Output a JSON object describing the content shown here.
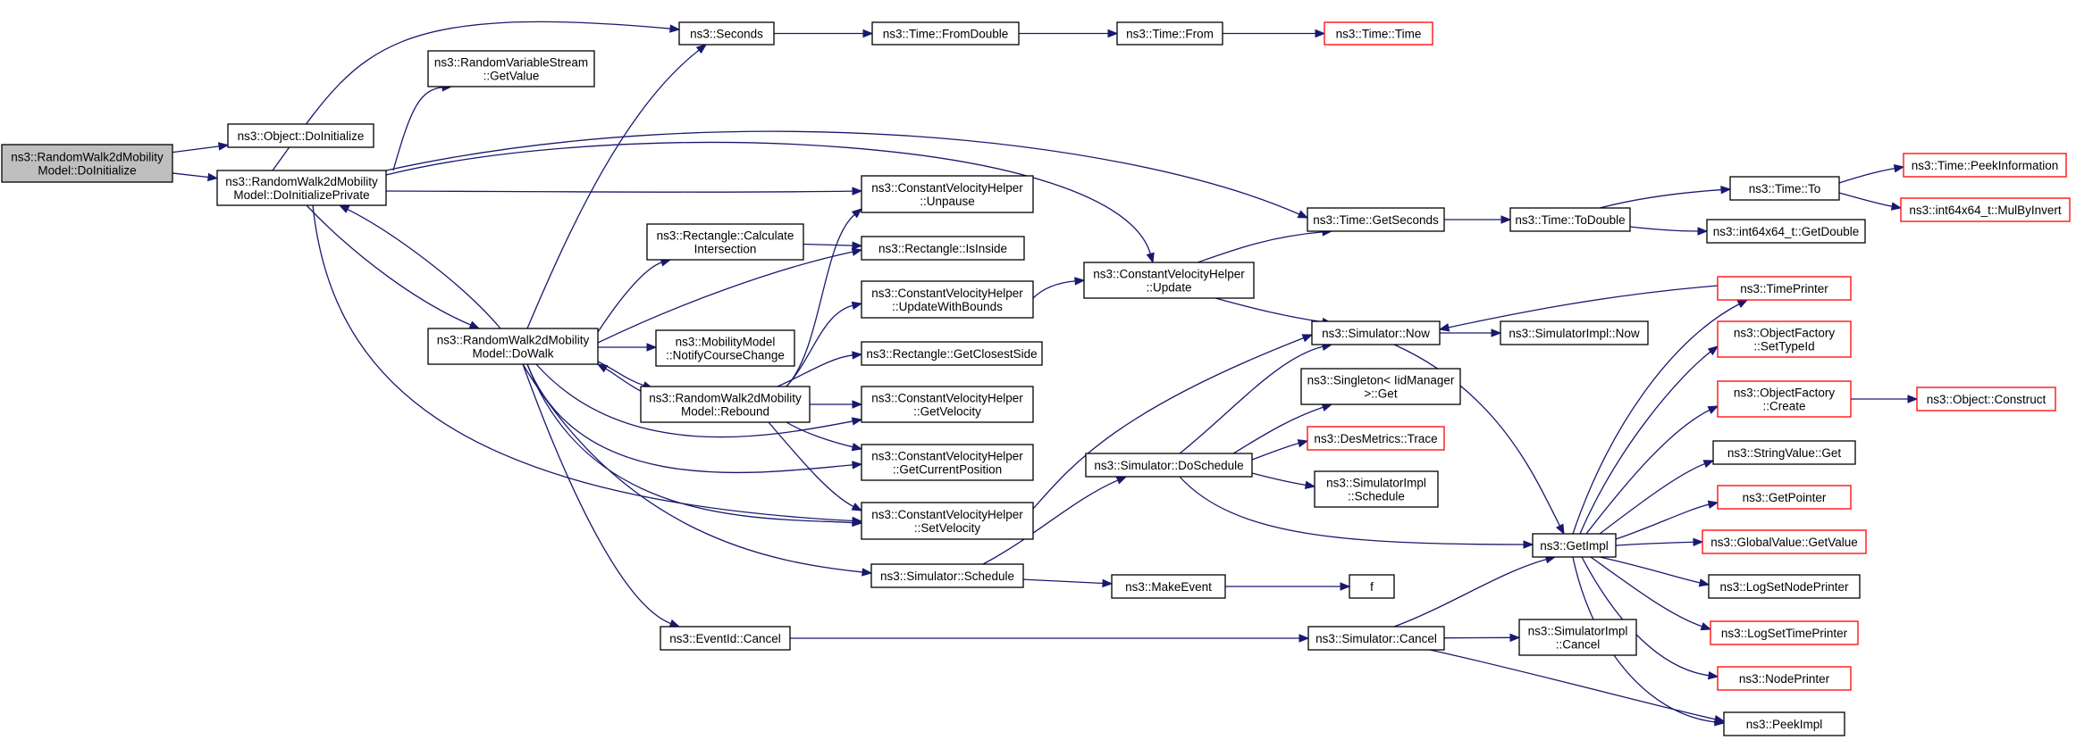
{
  "colors": {
    "edge": "#191970",
    "box_border": "#000000",
    "box_fill": "#ffffff",
    "truncated_border": "#ff0000",
    "root_fill": "#bfbfbf"
  },
  "nodes": [
    {
      "id": "n0",
      "lines": [
        "ns3::RandomWalk2dMobility",
        "Model::DoInitialize"
      ],
      "kind": "root"
    },
    {
      "id": "n1",
      "lines": [
        "ns3::Object::DoInitialize"
      ],
      "kind": "normal"
    },
    {
      "id": "n2",
      "lines": [
        "ns3::RandomWalk2dMobility",
        "Model::DoInitializePrivate"
      ],
      "kind": "normal"
    },
    {
      "id": "n3",
      "lines": [
        "ns3::Seconds"
      ],
      "kind": "normal"
    },
    {
      "id": "n4",
      "lines": [
        "ns3::RandomVariableStream",
        "::GetValue"
      ],
      "kind": "normal"
    },
    {
      "id": "n5",
      "lines": [
        "ns3::RandomWalk2dMobility",
        "Model::DoWalk"
      ],
      "kind": "normal"
    },
    {
      "id": "n6",
      "lines": [
        "ns3::Time::FromDouble"
      ],
      "kind": "normal"
    },
    {
      "id": "n7",
      "lines": [
        "ns3::Time::From"
      ],
      "kind": "normal"
    },
    {
      "id": "n8",
      "lines": [
        "ns3::Time::Time"
      ],
      "kind": "truncated"
    },
    {
      "id": "n9",
      "lines": [
        "ns3::ConstantVelocityHelper",
        "::Unpause"
      ],
      "kind": "normal"
    },
    {
      "id": "n10",
      "lines": [
        "ns3::Rectangle::Calculate",
        "Intersection"
      ],
      "kind": "normal"
    },
    {
      "id": "n11",
      "lines": [
        "ns3::Rectangle::IsInside"
      ],
      "kind": "normal"
    },
    {
      "id": "n12",
      "lines": [
        "ns3::ConstantVelocityHelper",
        "::UpdateWithBounds"
      ],
      "kind": "normal"
    },
    {
      "id": "n13",
      "lines": [
        "ns3::MobilityModel",
        "::NotifyCourseChange"
      ],
      "kind": "normal"
    },
    {
      "id": "n14",
      "lines": [
        "ns3::Rectangle::GetClosestSide"
      ],
      "kind": "normal"
    },
    {
      "id": "n15",
      "lines": [
        "ns3::RandomWalk2dMobility",
        "Model::Rebound"
      ],
      "kind": "normal"
    },
    {
      "id": "n16",
      "lines": [
        "ns3::ConstantVelocityHelper",
        "::GetVelocity"
      ],
      "kind": "normal"
    },
    {
      "id": "n17",
      "lines": [
        "ns3::ConstantVelocityHelper",
        "::GetCurrentPosition"
      ],
      "kind": "normal"
    },
    {
      "id": "n18",
      "lines": [
        "ns3::ConstantVelocityHelper",
        "::SetVelocity"
      ],
      "kind": "normal"
    },
    {
      "id": "n19",
      "lines": [
        "ns3::Simulator::Schedule"
      ],
      "kind": "normal"
    },
    {
      "id": "n20",
      "lines": [
        "ns3::EventId::Cancel"
      ],
      "kind": "normal"
    },
    {
      "id": "n21",
      "lines": [
        "ns3::ConstantVelocityHelper",
        "::Update"
      ],
      "kind": "normal"
    },
    {
      "id": "n22",
      "lines": [
        "ns3::Time::GetSeconds"
      ],
      "kind": "normal"
    },
    {
      "id": "n23",
      "lines": [
        "ns3::Simulator::Now"
      ],
      "kind": "normal"
    },
    {
      "id": "n24",
      "lines": [
        "ns3::Singleton< IidManager",
        " >::Get"
      ],
      "kind": "normal"
    },
    {
      "id": "n25",
      "lines": [
        "ns3::DesMetrics::Trace"
      ],
      "kind": "truncated"
    },
    {
      "id": "n26",
      "lines": [
        "ns3::Simulator::DoSchedule"
      ],
      "kind": "normal"
    },
    {
      "id": "n27",
      "lines": [
        "ns3::SimulatorImpl",
        "::Schedule"
      ],
      "kind": "normal"
    },
    {
      "id": "n28",
      "lines": [
        "ns3::MakeEvent"
      ],
      "kind": "normal"
    },
    {
      "id": "n29",
      "lines": [
        "f"
      ],
      "kind": "normal"
    },
    {
      "id": "n30",
      "lines": [
        "ns3::Simulator::Cancel"
      ],
      "kind": "normal"
    },
    {
      "id": "n31",
      "lines": [
        "ns3::SimulatorImpl",
        "::Cancel"
      ],
      "kind": "normal"
    },
    {
      "id": "n32",
      "lines": [
        "ns3::Time::ToDouble"
      ],
      "kind": "normal"
    },
    {
      "id": "n33",
      "lines": [
        "ns3::Time::To"
      ],
      "kind": "normal"
    },
    {
      "id": "n34",
      "lines": [
        "ns3::int64x64_t::GetDouble"
      ],
      "kind": "normal"
    },
    {
      "id": "n35",
      "lines": [
        "ns3::Time::PeekInformation"
      ],
      "kind": "truncated"
    },
    {
      "id": "n36",
      "lines": [
        "ns3::int64x64_t::MulByInvert"
      ],
      "kind": "truncated"
    },
    {
      "id": "n37",
      "lines": [
        "ns3::SimulatorImpl::Now"
      ],
      "kind": "normal"
    },
    {
      "id": "n38",
      "lines": [
        "ns3::GetImpl"
      ],
      "kind": "normal"
    },
    {
      "id": "n39",
      "lines": [
        "ns3::TimePrinter"
      ],
      "kind": "truncated"
    },
    {
      "id": "n40",
      "lines": [
        "ns3::ObjectFactory",
        "::SetTypeId"
      ],
      "kind": "truncated"
    },
    {
      "id": "n41",
      "lines": [
        "ns3::ObjectFactory",
        "::Create"
      ],
      "kind": "truncated"
    },
    {
      "id": "n42",
      "lines": [
        "ns3::Object::Construct"
      ],
      "kind": "truncated"
    },
    {
      "id": "n43",
      "lines": [
        "ns3::StringValue::Get"
      ],
      "kind": "normal"
    },
    {
      "id": "n44",
      "lines": [
        "ns3::GetPointer"
      ],
      "kind": "truncated"
    },
    {
      "id": "n45",
      "lines": [
        "ns3::GlobalValue::GetValue"
      ],
      "kind": "truncated"
    },
    {
      "id": "n46",
      "lines": [
        "ns3::LogSetNodePrinter"
      ],
      "kind": "normal"
    },
    {
      "id": "n47",
      "lines": [
        "ns3::LogSetTimePrinter"
      ],
      "kind": "truncated"
    },
    {
      "id": "n48",
      "lines": [
        "ns3::NodePrinter"
      ],
      "kind": "truncated"
    },
    {
      "id": "n49",
      "lines": [
        "ns3::PeekImpl"
      ],
      "kind": "normal"
    }
  ],
  "edges": [
    [
      "n0",
      "n1"
    ],
    [
      "n0",
      "n2"
    ],
    [
      "n2",
      "n3"
    ],
    [
      "n2",
      "n4"
    ],
    [
      "n2",
      "n5"
    ],
    [
      "n2",
      "n9"
    ],
    [
      "n2",
      "n18"
    ],
    [
      "n2",
      "n21"
    ],
    [
      "n2",
      "n22"
    ],
    [
      "n3",
      "n6"
    ],
    [
      "n6",
      "n7"
    ],
    [
      "n7",
      "n8"
    ],
    [
      "n5",
      "n2"
    ],
    [
      "n5",
      "n3"
    ],
    [
      "n5",
      "n10"
    ],
    [
      "n5",
      "n11"
    ],
    [
      "n5",
      "n13"
    ],
    [
      "n5",
      "n15"
    ],
    [
      "n5",
      "n16"
    ],
    [
      "n5",
      "n17"
    ],
    [
      "n5",
      "n18"
    ],
    [
      "n5",
      "n19"
    ],
    [
      "n5",
      "n20"
    ],
    [
      "n10",
      "n11"
    ],
    [
      "n15",
      "n5"
    ],
    [
      "n15",
      "n9"
    ],
    [
      "n15",
      "n12"
    ],
    [
      "n15",
      "n14"
    ],
    [
      "n15",
      "n16"
    ],
    [
      "n15",
      "n17"
    ],
    [
      "n15",
      "n18"
    ],
    [
      "n12",
      "n21"
    ],
    [
      "n18",
      "n23"
    ],
    [
      "n19",
      "n26"
    ],
    [
      "n19",
      "n28"
    ],
    [
      "n20",
      "n30"
    ],
    [
      "n21",
      "n22"
    ],
    [
      "n21",
      "n23"
    ],
    [
      "n22",
      "n32"
    ],
    [
      "n32",
      "n33"
    ],
    [
      "n32",
      "n34"
    ],
    [
      "n33",
      "n35"
    ],
    [
      "n33",
      "n36"
    ],
    [
      "n23",
      "n37"
    ],
    [
      "n23",
      "n38"
    ],
    [
      "n26",
      "n23"
    ],
    [
      "n26",
      "n24"
    ],
    [
      "n26",
      "n25"
    ],
    [
      "n26",
      "n27"
    ],
    [
      "n26",
      "n38"
    ],
    [
      "n28",
      "n29"
    ],
    [
      "n30",
      "n31"
    ],
    [
      "n30",
      "n38"
    ],
    [
      "n30",
      "n49"
    ],
    [
      "n39",
      "n23"
    ],
    [
      "n41",
      "n42"
    ],
    [
      "n38",
      "n39"
    ],
    [
      "n38",
      "n40"
    ],
    [
      "n38",
      "n41"
    ],
    [
      "n38",
      "n43"
    ],
    [
      "n38",
      "n44"
    ],
    [
      "n38",
      "n45"
    ],
    [
      "n38",
      "n46"
    ],
    [
      "n38",
      "n47"
    ],
    [
      "n38",
      "n48"
    ],
    [
      "n38",
      "n49"
    ]
  ]
}
